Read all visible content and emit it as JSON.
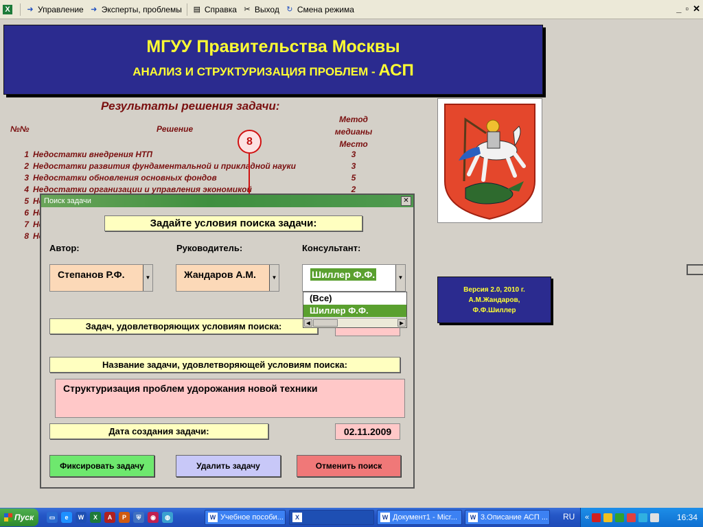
{
  "menubar": {
    "items": [
      {
        "label": "Управление",
        "icon": "arrow-left-icon"
      },
      {
        "label": "Эксперты, проблемы",
        "icon": "arrow-left-icon"
      },
      {
        "label": "Справка",
        "icon": "document-icon"
      },
      {
        "label": "Выход",
        "icon": "scissors-icon"
      },
      {
        "label": "Смена режима",
        "icon": "refresh-icon"
      }
    ]
  },
  "banner": {
    "title": "МГУУ Правительства Москвы",
    "subtitle": "АНАЛИЗ И СТРУКТУРИЗАЦИЯ ПРОБЛЕМ  -",
    "subtitle_abbr": "АСП"
  },
  "results": {
    "heading": "Результаты решения задачи:",
    "col_no": "№№",
    "col_solution": "Решение",
    "col_method": [
      "Метод",
      "медианы",
      "Место"
    ],
    "rows": [
      {
        "n": "1",
        "text": "Недостатки внедрения НТП",
        "rank": "3"
      },
      {
        "n": "2",
        "text": "Недостатки развития фундаментальной и прикладной науки",
        "rank": "3"
      },
      {
        "n": "3",
        "text": "Недостатки обновления основных фондов",
        "rank": "5"
      },
      {
        "n": "4",
        "text": "Недостатки организации и управления экономикой",
        "rank": "2"
      },
      {
        "n": "5",
        "text": "Не",
        "rank": ""
      },
      {
        "n": "6",
        "text": "Ни",
        "rank": ""
      },
      {
        "n": "7",
        "text": "Не",
        "rank": ""
      },
      {
        "n": "8",
        "text": "Не",
        "rank": ""
      }
    ]
  },
  "marker": {
    "label": "8"
  },
  "version": {
    "lines": [
      "Версия 2.0, 2010 г.",
      "А.М.Жандаров,",
      "Ф.Ф.Шиллер"
    ]
  },
  "dialog": {
    "title": "Поиск задачи",
    "close_symbol": "✕",
    "header": "Задайте условия поиска задачи:",
    "author_label": "Автор:",
    "author_value": "Степанов Р.Ф.",
    "manager_label": "Руководитель:",
    "manager_value": "Жандаров А.М.",
    "consultant_label": "Консультант:",
    "consultant_value": "Шиллер Ф.Ф.",
    "consultant_options": [
      "(Все)",
      "Шиллер Ф.Ф."
    ],
    "count_label": "Задач, удовлетворяющих условиям поиска:",
    "name_label": "Название задачи, удовлетворяющей условиям поиска:",
    "name_value": "Структуризация проблем удорожания новой техники",
    "date_label": "Дата создания задачи:",
    "date_value": "02.11.2009",
    "buttons": {
      "fix": "Фиксировать задачу",
      "delete": "Удалить задачу",
      "cancel": "Отменить поиск"
    }
  },
  "taskbar": {
    "start": "Пуск",
    "tasks": [
      {
        "label": "Учебное пособи...",
        "icon": "W"
      },
      {
        "label": "",
        "icon": "X"
      },
      {
        "label": "Документ1 - Micr...",
        "icon": "W"
      },
      {
        "label": "3.Описание АСП ...",
        "icon": "W"
      }
    ],
    "lang": "RU",
    "clock": "16:34"
  },
  "colors": {
    "banner": "#2b2b8f",
    "banner_text": "#ffff33",
    "results_text": "#7a1010",
    "fix_button": "#6ee86e",
    "delete_button": "#c8c8f8",
    "cancel_button": "#f07878",
    "dropdown_selected": "#5aa02f"
  }
}
